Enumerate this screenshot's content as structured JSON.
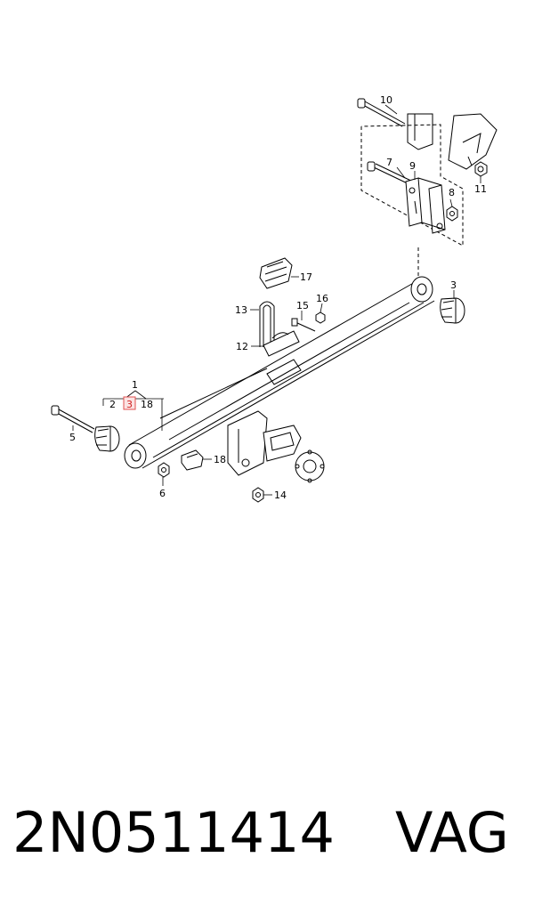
{
  "diagram": {
    "callouts": {
      "c1": "1",
      "c2": "2",
      "c3": "3",
      "c3b": "3",
      "c5": "5",
      "c6": "6",
      "c7": "7",
      "c8": "8",
      "c9": "9",
      "c10": "10",
      "c11": "11",
      "c12": "12",
      "c13": "13",
      "c14": "14",
      "c15": "15",
      "c16": "16",
      "c17": "17",
      "c18a": "18",
      "c18b": "18"
    },
    "highlighted_callout": "3",
    "highlight_color": "#e05050"
  },
  "footer": {
    "part_number": "2N0511414",
    "brand": "VAG"
  }
}
